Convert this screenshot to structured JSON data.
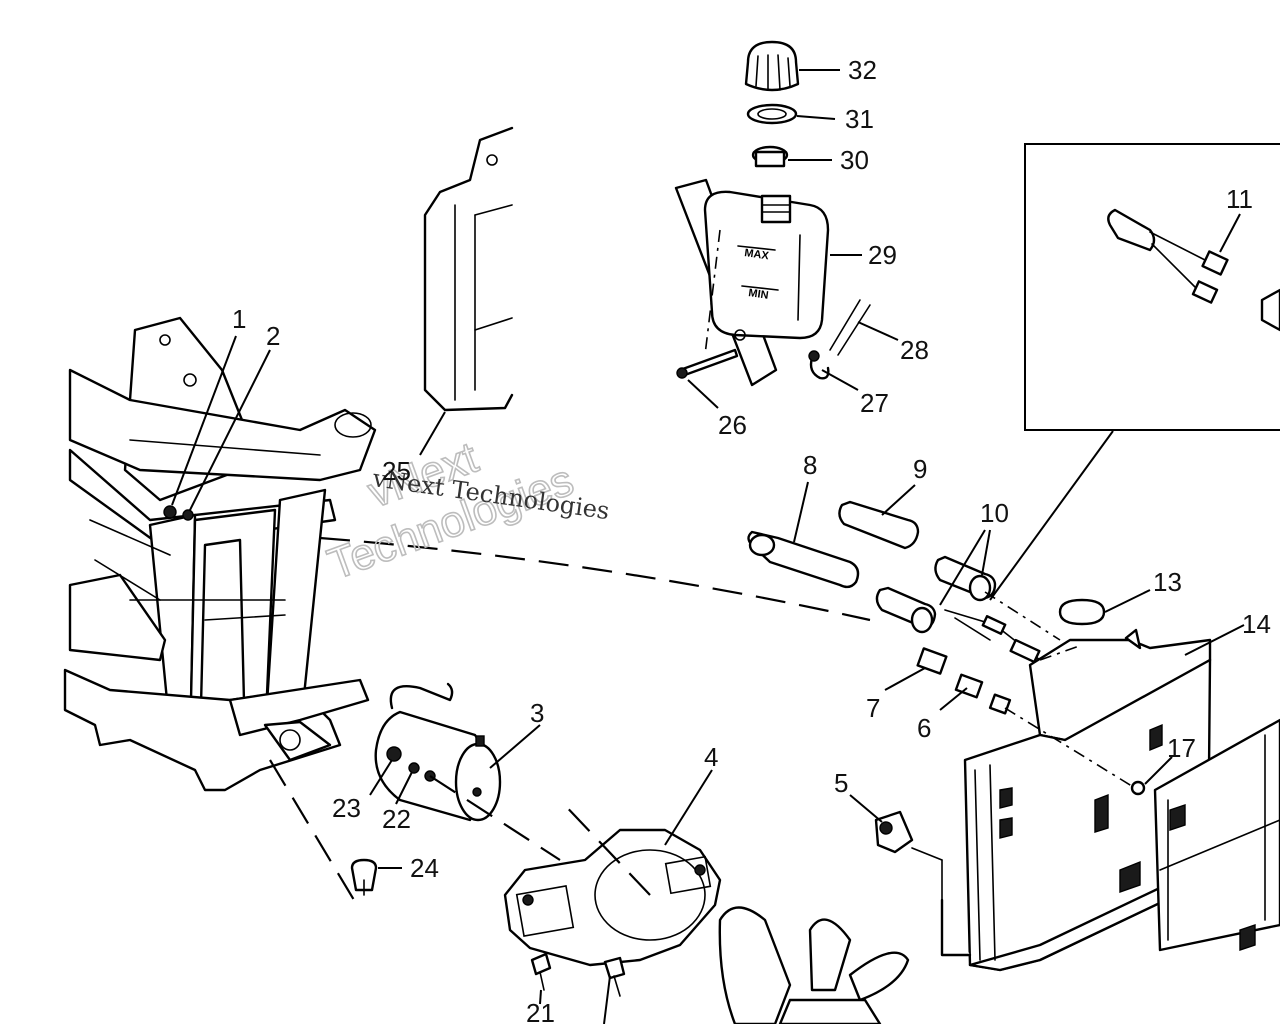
{
  "diagram": {
    "tank_labels": {
      "max": "MAX",
      "min": "MIN"
    },
    "watermark": {
      "small": "vNext Technologies",
      "big_line1": "vNext",
      "big_line2": "Technologies"
    },
    "callouts": [
      {
        "id": "1",
        "label": "1"
      },
      {
        "id": "2",
        "label": "2"
      },
      {
        "id": "3",
        "label": "3"
      },
      {
        "id": "4",
        "label": "4"
      },
      {
        "id": "5",
        "label": "5"
      },
      {
        "id": "6",
        "label": "6"
      },
      {
        "id": "7",
        "label": "7"
      },
      {
        "id": "8",
        "label": "8"
      },
      {
        "id": "9",
        "label": "9"
      },
      {
        "id": "10",
        "label": "10"
      },
      {
        "id": "11",
        "label": "11"
      },
      {
        "id": "13",
        "label": "13"
      },
      {
        "id": "14",
        "label": "14"
      },
      {
        "id": "17",
        "label": "17"
      },
      {
        "id": "21",
        "label": "21"
      },
      {
        "id": "22",
        "label": "22"
      },
      {
        "id": "23",
        "label": "23"
      },
      {
        "id": "24",
        "label": "24"
      },
      {
        "id": "25",
        "label": "25"
      },
      {
        "id": "26",
        "label": "26"
      },
      {
        "id": "27",
        "label": "27"
      },
      {
        "id": "28",
        "label": "28"
      },
      {
        "id": "29",
        "label": "29"
      },
      {
        "id": "30",
        "label": "30"
      },
      {
        "id": "31",
        "label": "31"
      },
      {
        "id": "32",
        "label": "32"
      }
    ]
  }
}
